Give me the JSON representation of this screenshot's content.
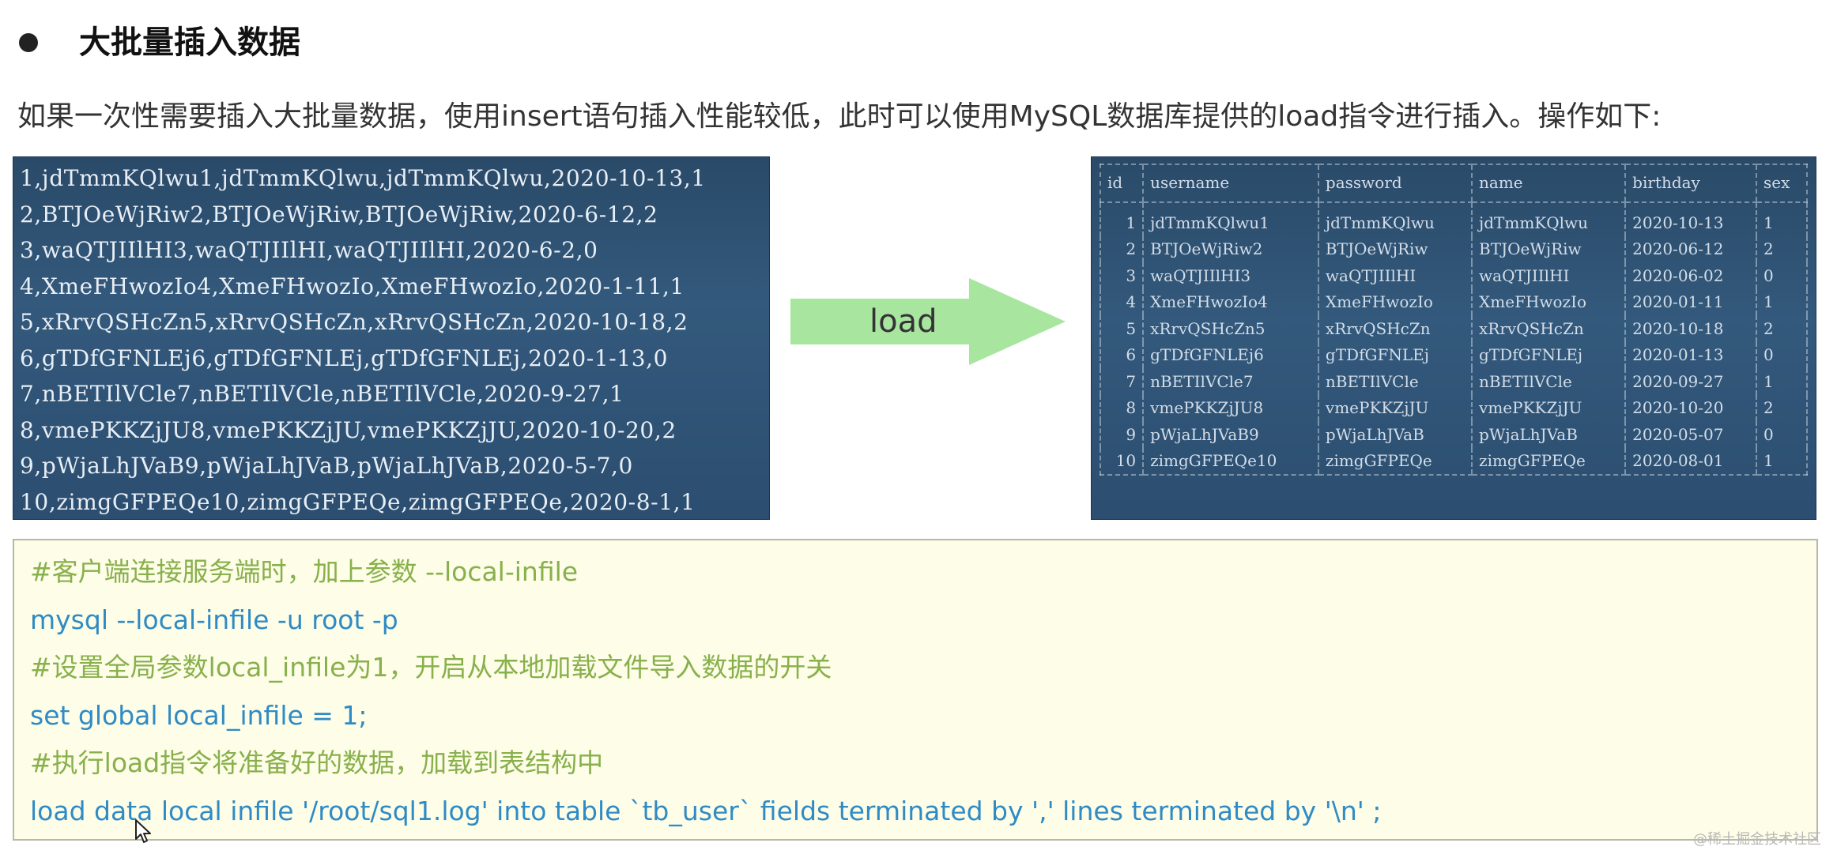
{
  "heading": {
    "text": "大批量插入数据"
  },
  "intro": {
    "text": "如果一次性需要插入大批量数据，使用insert语句插入性能较低，此时可以使用MySQL数据库提供的load指令进行插入。操作如下:"
  },
  "csv_lines": [
    "1,jdTmmKQlwu1,jdTmmKQlwu,jdTmmKQlwu,2020-10-13,1",
    "2,BTJOeWjRiw2,BTJOeWjRiw,BTJOeWjRiw,2020-6-12,2",
    "3,waQTJIIlHI3,waQTJIIlHI,waQTJIIlHI,2020-6-2,0",
    "4,XmeFHwozIo4,XmeFHwozIo,XmeFHwozIo,2020-1-11,1",
    "5,xRrvQSHcZn5,xRrvQSHcZn,xRrvQSHcZn,2020-10-18,2",
    "6,gTDfGFNLEj6,gTDfGFNLEj,gTDfGFNLEj,2020-1-13,0",
    "7,nBETIlVCle7,nBETIlVCle,nBETIlVCle,2020-9-27,1",
    "8,vmePKKZjJU8,vmePKKZjJU,vmePKKZjJU,2020-10-20,2",
    "9,pWjaLhJVaB9,pWjaLhJVaB,pWjaLhJVaB,2020-5-7,0",
    "10,zimgGFPEQe10,zimgGFPEQe,zimgGFPEQe,2020-8-1,1"
  ],
  "arrow": {
    "label": "load",
    "color": "#a8e6a0"
  },
  "result_table": {
    "headers": [
      "id",
      "username",
      "password",
      "name",
      "birthday",
      "sex"
    ],
    "rows": [
      [
        "1",
        "jdTmmKQlwu1",
        "jdTmmKQlwu",
        "jdTmmKQlwu",
        "2020-10-13",
        "1"
      ],
      [
        "2",
        "BTJOeWjRiw2",
        "BTJOeWjRiw",
        "BTJOeWjRiw",
        "2020-06-12",
        "2"
      ],
      [
        "3",
        "waQTJIIlHI3",
        "waQTJIIlHI",
        "waQTJIIlHI",
        "2020-06-02",
        "0"
      ],
      [
        "4",
        "XmeFHwozIo4",
        "XmeFHwozIo",
        "XmeFHwozIo",
        "2020-01-11",
        "1"
      ],
      [
        "5",
        "xRrvQSHcZn5",
        "xRrvQSHcZn",
        "xRrvQSHcZn",
        "2020-10-18",
        "2"
      ],
      [
        "6",
        "gTDfGFNLEj6",
        "gTDfGFNLEj",
        "gTDfGFNLEj",
        "2020-01-13",
        "0"
      ],
      [
        "7",
        "nBETIlVCle7",
        "nBETIlVCle",
        "nBETIlVCle",
        "2020-09-27",
        "1"
      ],
      [
        "8",
        "vmePKKZjJU8",
        "vmePKKZjJU",
        "vmePKKZjJU",
        "2020-10-20",
        "2"
      ],
      [
        "9",
        "pWjaLhJVaB9",
        "pWjaLhJVaB",
        "pWjaLhJVaB",
        "2020-05-07",
        "0"
      ],
      [
        "10",
        "zimgGFPEQe10",
        "zimgGFPEQe",
        "zimgGFPEQe",
        "2020-08-01",
        "1"
      ]
    ]
  },
  "code_lines": [
    {
      "kind": "comment",
      "text": "#客户端连接服务端时，加上参数 --local-infile"
    },
    {
      "kind": "cmd",
      "text": "mysql --local-infile -u root -p"
    },
    {
      "kind": "comment",
      "text": "#设置全局参数local_infile为1，开启从本地加载文件导入数据的开关"
    },
    {
      "kind": "cmd",
      "text": "set global local_infile = 1;"
    },
    {
      "kind": "comment",
      "text": "#执行load指令将准备好的数据，加载到表结构中"
    },
    {
      "kind": "cmd",
      "text": "load data local infile '/root/sql1.log' into table `tb_user` fields terminated by ',' lines terminated by '\\n' ;"
    }
  ],
  "watermark": {
    "text": "@稀土掘金技术社区"
  },
  "colors": {
    "comment": "#88b04b",
    "command": "#2f8bc4",
    "panel": "#2f5276",
    "code_bg": "#fdfde8"
  }
}
